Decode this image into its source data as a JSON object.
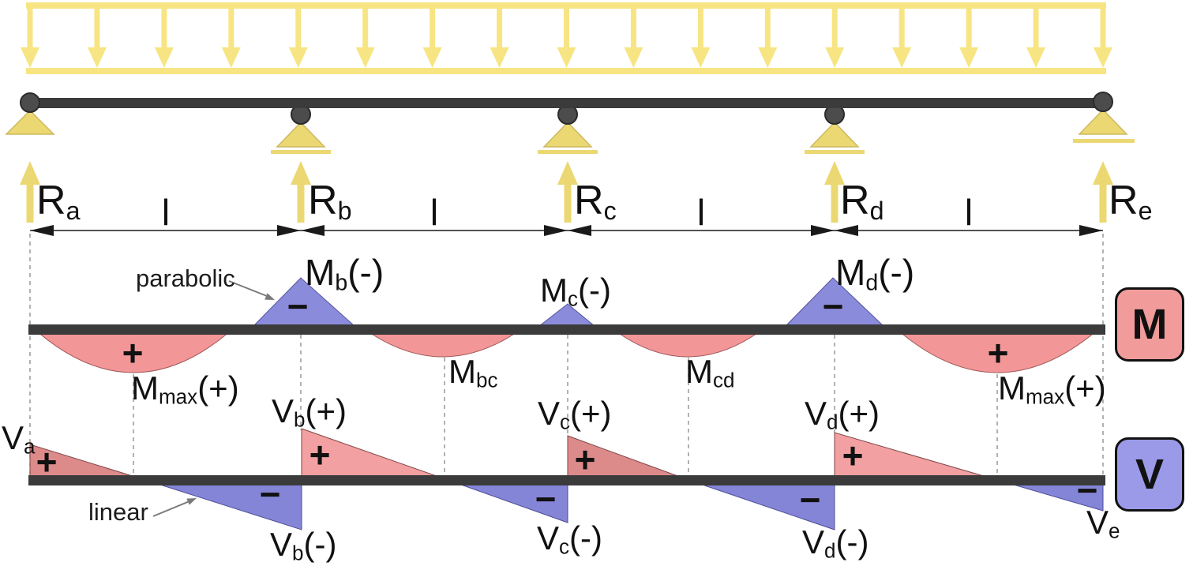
{
  "colors": {
    "load_yellow": "#f7e583",
    "support_yellow": "#ecd873",
    "support_edge": "#cdb95e",
    "beam_dark": "#3b3b3b",
    "hinge_gray": "#4c4c4c",
    "moment_positive_fill": "#f29697",
    "moment_positive_edge": "#a05a5a",
    "moment_negative_fill": "#8b8bdc",
    "moment_negative_edge": "#55559e",
    "shear_positive_dark": "#dd8a8b",
    "shear_positive_light": "#f2a0a1",
    "shear_negative_fill": "#8585d8",
    "shear_negative_edge": "#4c4c96",
    "dash_gray": "#999999",
    "dim_black": "#1a1a1a",
    "m_box_fill": "#f19b9b",
    "v_box_fill": "#9a9ae8"
  },
  "reactions": [
    {
      "pre": "R",
      "sub": "a"
    },
    {
      "pre": "R",
      "sub": "b"
    },
    {
      "pre": "R",
      "sub": "c"
    },
    {
      "pre": "R",
      "sub": "d"
    },
    {
      "pre": "R",
      "sub": "e"
    }
  ],
  "dimensions": {
    "span_labels": [
      "l",
      "l",
      "l",
      "l"
    ]
  },
  "moment": {
    "shape_note": "parabolic",
    "m_b": {
      "pre": "M",
      "sub": "b",
      "post": "(-)"
    },
    "m_c": {
      "pre": "M",
      "sub": "c",
      "post": "(-)"
    },
    "m_d": {
      "pre": "M",
      "sub": "d",
      "post": "(-)"
    },
    "m_bc": {
      "pre": "M",
      "sub": "bc",
      "post": ""
    },
    "m_cd": {
      "pre": "M",
      "sub": "cd",
      "post": ""
    },
    "m_max_left": {
      "pre": "M",
      "sub": "max",
      "post": "(+)"
    },
    "m_max_right": {
      "pre": "M",
      "sub": "max",
      "post": "(+)"
    },
    "plus": "+",
    "minus": "−",
    "axis_box": "M"
  },
  "shear": {
    "shape_note": "linear",
    "v_a": {
      "pre": "V",
      "sub": "a",
      "post": ""
    },
    "v_b_pos": {
      "pre": "V",
      "sub": "b",
      "post": "(+)"
    },
    "v_b_neg": {
      "pre": "V",
      "sub": "b",
      "post": "(-)"
    },
    "v_c_pos": {
      "pre": "V",
      "sub": "c",
      "post": "(+)"
    },
    "v_c_neg": {
      "pre": "V",
      "sub": "c",
      "post": "(-)"
    },
    "v_d_pos": {
      "pre": "V",
      "sub": "d",
      "post": "(+)"
    },
    "v_d_neg": {
      "pre": "V",
      "sub": "d",
      "post": "(-)"
    },
    "v_e": {
      "pre": "V",
      "sub": "e",
      "post": ""
    },
    "plus": "+",
    "minus": "−",
    "axis_box": "V"
  }
}
